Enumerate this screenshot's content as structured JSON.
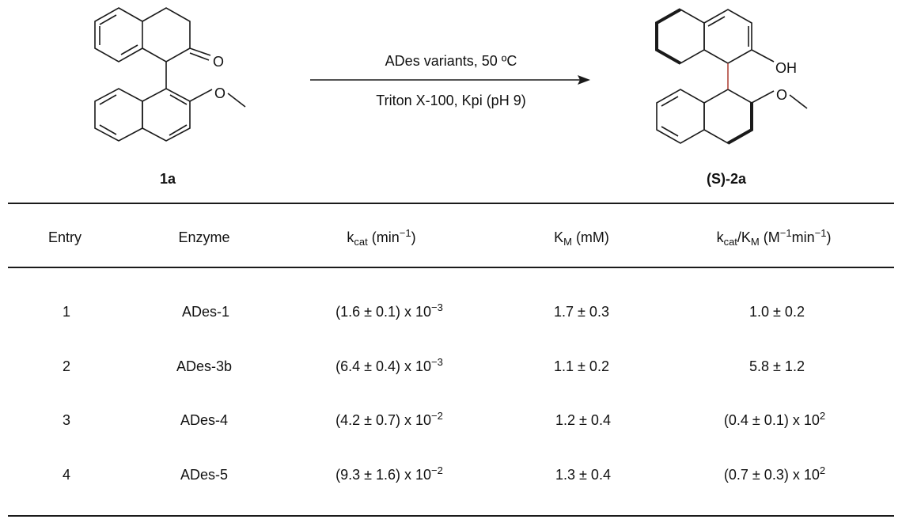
{
  "scheme": {
    "reactant_label": "1a",
    "product_label": "(S)-2a",
    "conditions_line1": "ADes variants, 50 ºC",
    "conditions_line2": "Triton X-100, Kpi (pH 9)",
    "atom_ketone_o": "O",
    "atom_oh": "OH",
    "atom_ome_left": "O",
    "atom_ome_right": "O"
  },
  "table": {
    "header": {
      "entry": "Entry",
      "enzyme": "Enzyme",
      "kcat_k": "k",
      "kcat_sub": "cat",
      "kcat_unit_a": " (min",
      "kcat_unit_sup": "−1",
      "kcat_unit_b": ")",
      "km_k": "K",
      "km_sub": "M",
      "km_unit": " (mM)",
      "eff_k": "k",
      "eff_sub1": "cat",
      "eff_slash": "/K",
      "eff_sub2": "M",
      "eff_unit_a": " (M",
      "eff_sup1": "−1",
      "eff_unit_b": "min",
      "eff_sup2": "−1",
      "eff_unit_c": ")"
    },
    "rows": [
      {
        "entry": "1",
        "enzyme": "ADes-1",
        "kcat_base": "(1.6 ± 0.1) x 10",
        "kcat_exp": "−3",
        "km": "1.7 ± 0.3",
        "eff_base": "1.0 ± 0.2",
        "eff_exp": ""
      },
      {
        "entry": "2",
        "enzyme": "ADes-3b",
        "kcat_base": "(6.4 ± 0.4) x 10",
        "kcat_exp": "−3",
        "km": "1.1 ± 0.2",
        "eff_base": "5.8 ± 1.2",
        "eff_exp": ""
      },
      {
        "entry": "3",
        "enzyme": "ADes-4",
        "kcat_base": "(4.2 ± 0.7) x 10",
        "kcat_exp": "−2",
        "km": "1.2 ± 0.4",
        "eff_base": "(0.4 ± 0.1) x 10",
        "eff_exp": "2"
      },
      {
        "entry": "4",
        "enzyme": "ADes-5",
        "kcat_base": "(9.3 ± 1.6) x 10",
        "kcat_exp": "−2",
        "km": "1.3 ± 0.4",
        "eff_base": "(0.7 ± 0.3) x 10",
        "eff_exp": "2"
      }
    ]
  }
}
